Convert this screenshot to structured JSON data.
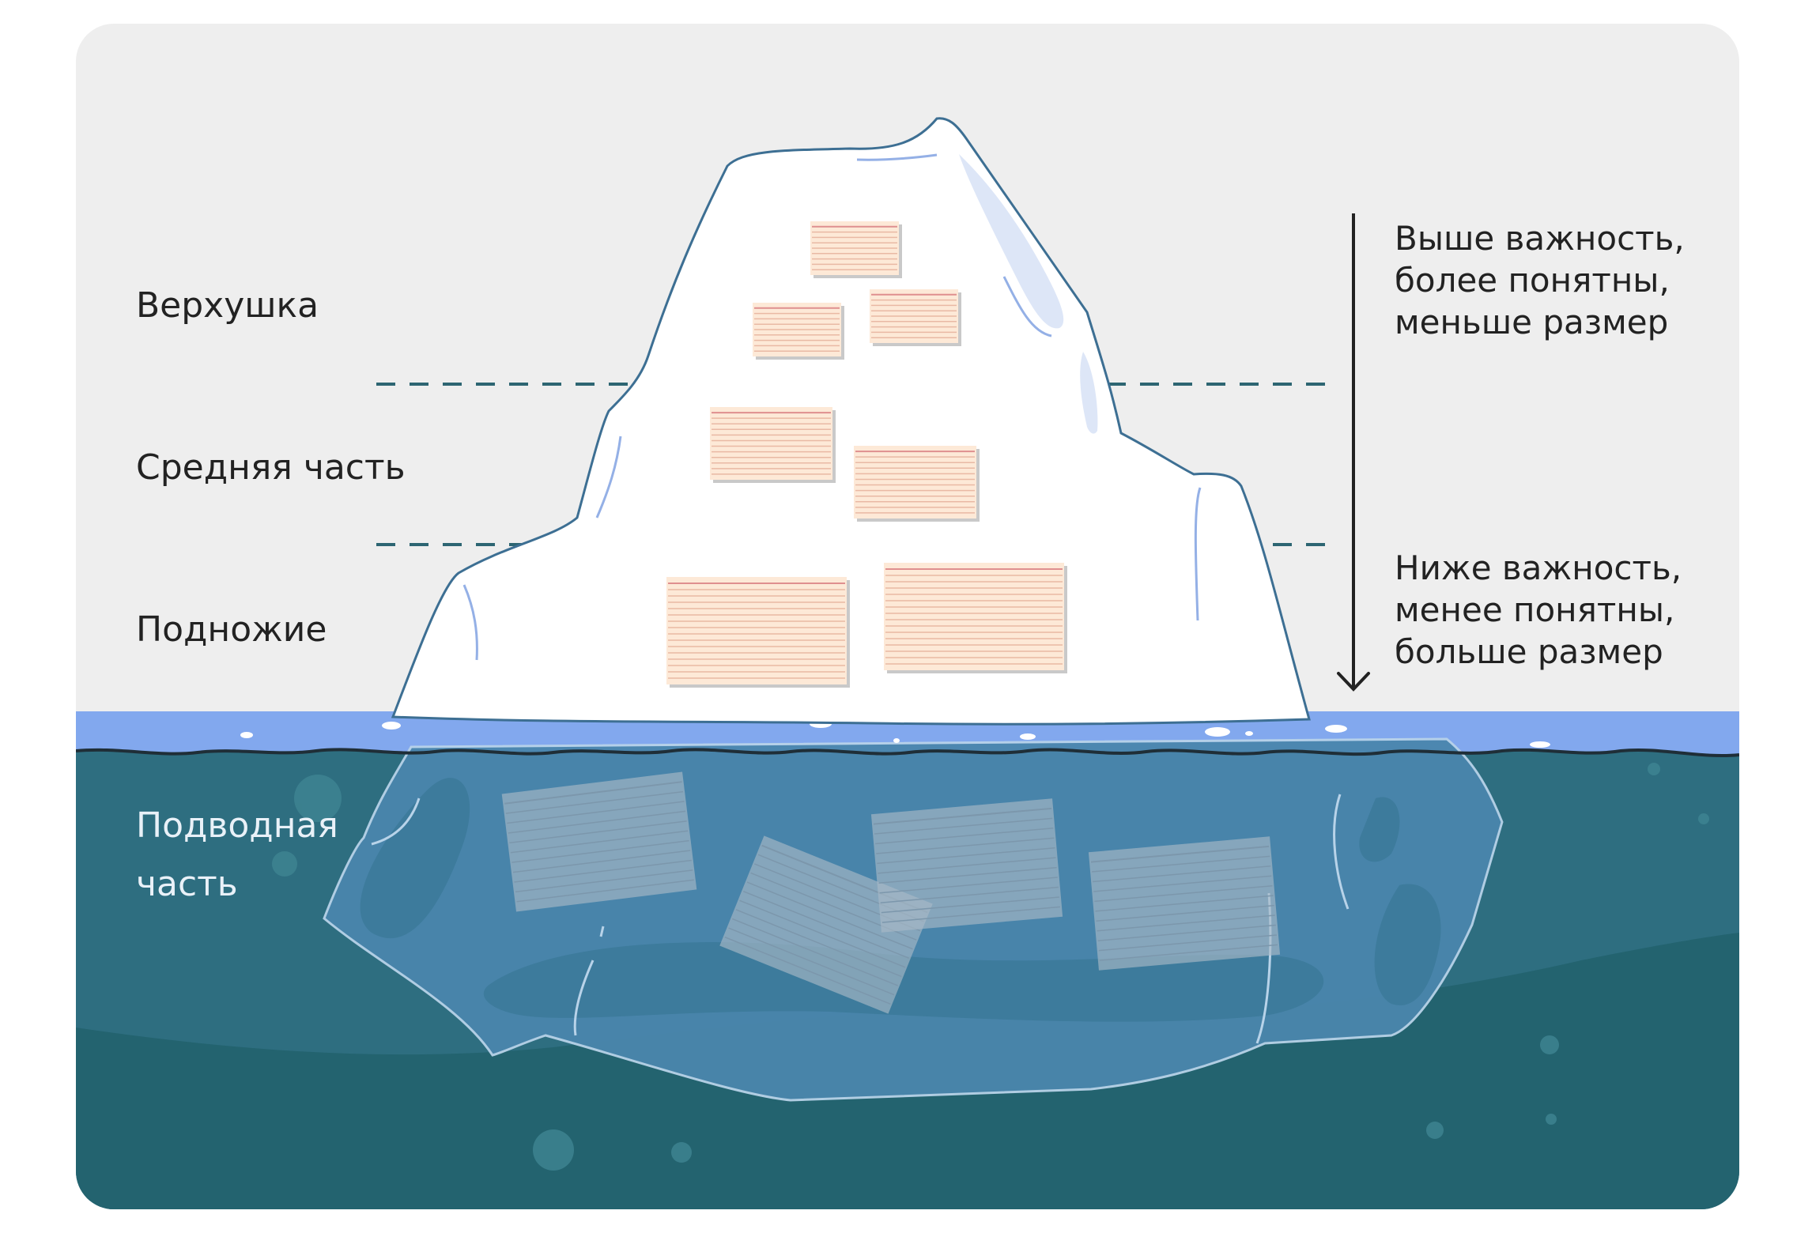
{
  "colors": {
    "sky": "#eeeeee",
    "water_surface": "#82a8ee",
    "water": "#2e6e80",
    "water_deep": "#23636f",
    "ice": "#ffffff",
    "ice_outline": "#3d6f93",
    "ice_underwater": "#4a86ad",
    "card": "#fde9d7",
    "divider": "#2d6572",
    "text": "#222222",
    "text_underwater": "#e9f1f8"
  },
  "levels": [
    {
      "id": "top",
      "label": "Верхушка"
    },
    {
      "id": "middle",
      "label": "Средняя часть"
    },
    {
      "id": "base",
      "label": "Подножие"
    },
    {
      "id": "underwater",
      "label_lines": [
        "Подводная",
        "часть"
      ]
    }
  ],
  "scale": {
    "arrow_direction": "down",
    "top_note_lines": [
      "Выше важность,",
      "более понятны,",
      "меньше размер"
    ],
    "bottom_note_lines": [
      "Ниже важность,",
      "менее понятны,",
      "больше размер"
    ]
  },
  "icons": {
    "arrow": "arrow-down-icon",
    "card": "lined-card-icon"
  }
}
